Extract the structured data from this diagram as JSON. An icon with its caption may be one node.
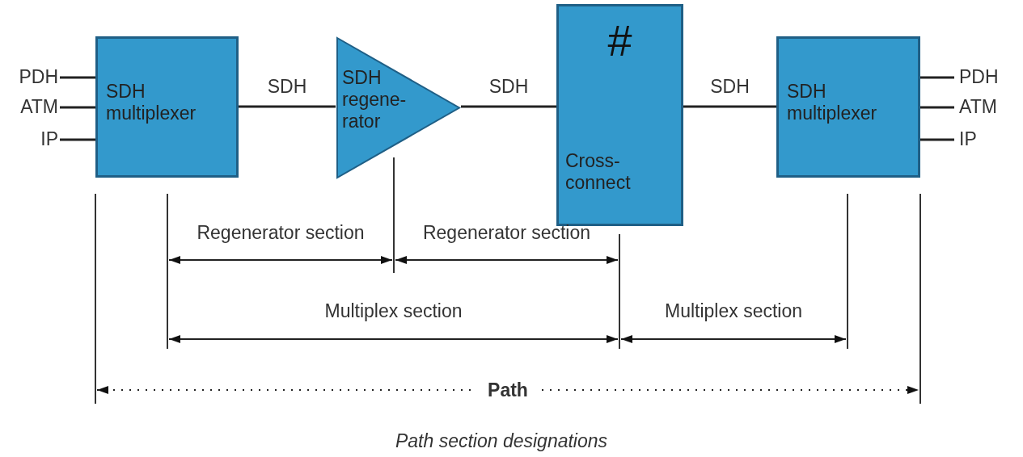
{
  "diagram": {
    "caption": "Path section designations",
    "nodes": [
      {
        "text": [
          "PDH"
        ]
      },
      {
        "text": [
          "ATM"
        ]
      },
      {
        "text": [
          "IP"
        ]
      },
      {
        "text": [
          "SDH multiplexer"
        ]
      },
      {
        "text": [
          "SDH regene- rator"
        ]
      },
      {
        "text": [
          "#",
          "Cross- connect"
        ]
      },
      {
        "text": [
          "SDH multiplexer"
        ]
      },
      {
        "text": [
          "PDH"
        ]
      },
      {
        "text": [
          "ATM"
        ]
      },
      {
        "text": [
          "IP"
        ]
      }
    ],
    "edges": [
      {
        "from": 0,
        "to": 3,
        "arrow": "none"
      },
      {
        "from": 1,
        "to": 3,
        "arrow": "none"
      },
      {
        "from": 2,
        "to": 3,
        "arrow": "none"
      },
      {
        "from": 3,
        "to": 4,
        "arrow": "none",
        "label": "SDH"
      },
      {
        "from": 4,
        "to": 5,
        "arrow": "none",
        "label": "SDH"
      },
      {
        "from": 5,
        "to": 6,
        "arrow": "none",
        "label": "SDH"
      },
      {
        "from": 6,
        "to": 7,
        "arrow": "none"
      },
      {
        "from": 6,
        "to": 8,
        "arrow": "none"
      },
      {
        "from": 6,
        "to": 9,
        "arrow": "none"
      }
    ],
    "labels": [
      "Regenerator section",
      "Regenerator section",
      "Multiplex section",
      "Multiplex section",
      "Path"
    ]
  }
}
